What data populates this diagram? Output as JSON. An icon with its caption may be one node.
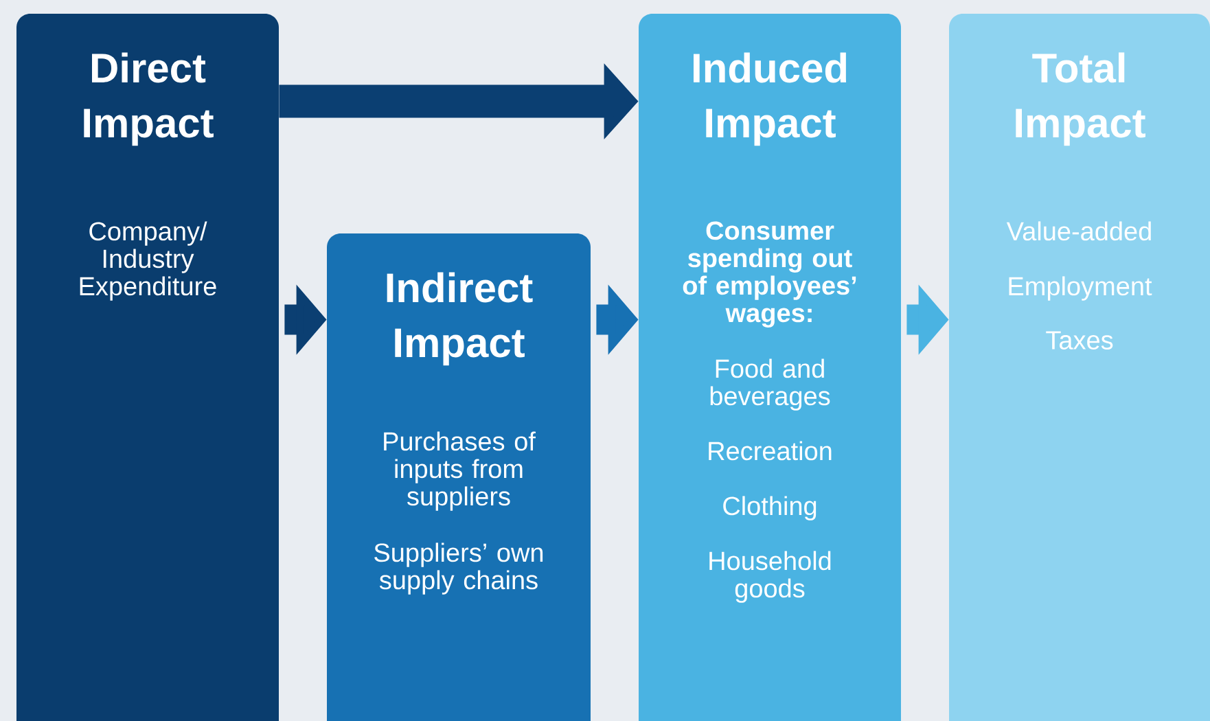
{
  "diagram": {
    "nodes": [
      {
        "text": [
          "Direct Impact",
          "Company/ Industry Expenditure"
        ]
      },
      {
        "text": [
          "Indirect Impact",
          "Purchases of inputs from suppliers",
          "Suppliers’ own supply chains"
        ]
      },
      {
        "text": [
          "Induced Impact",
          "Consumer spending out of employees’ wages:",
          "Food and beverages",
          "Recreation",
          "Clothing",
          "Household goods"
        ]
      },
      {
        "text": [
          "Total Impact",
          "Value-added",
          "Employment",
          "Taxes"
        ]
      }
    ],
    "edges": [
      {
        "from": 0,
        "to": 2,
        "arrow": "to",
        "color": "#0b3f72"
      },
      {
        "from": 0,
        "to": 1,
        "arrow": "to",
        "color": "#0b3f72"
      },
      {
        "from": 1,
        "to": 2,
        "arrow": "to",
        "color": "#1771b3"
      },
      {
        "from": 2,
        "to": 3,
        "arrow": "to",
        "color": "#4ab3e2"
      }
    ]
  }
}
